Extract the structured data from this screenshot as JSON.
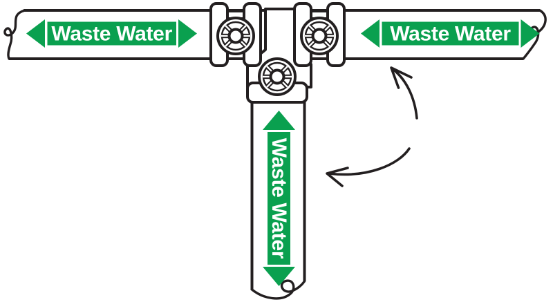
{
  "title": "Waste Water pipe marker installation diagram",
  "colors": {
    "marker_green": "#0aa04f",
    "outline_black": "#231f20",
    "marker_text_white": "#ffffff",
    "background": "#ffffff"
  },
  "markers": {
    "left": {
      "text": "Waste Water",
      "orientation": "horizontal",
      "arrow_ends": "both"
    },
    "right": {
      "text": "Waste Water",
      "orientation": "horizontal",
      "arrow_ends": "both"
    },
    "vertical": {
      "text": "Waste Water",
      "orientation": "vertical-read-down",
      "arrow_ends": "both"
    }
  },
  "components": [
    "horizontal-pipe",
    "vertical-pipe",
    "tee-valve-assembly",
    "valve-handwheel-left-icon",
    "valve-handwheel-right-icon",
    "valve-handwheel-bottom-icon",
    "pipe-break-left-icon",
    "pipe-break-right-icon",
    "pipe-break-bottom-icon",
    "rotation-arrow-up-icon",
    "rotation-arrow-left-icon"
  ]
}
